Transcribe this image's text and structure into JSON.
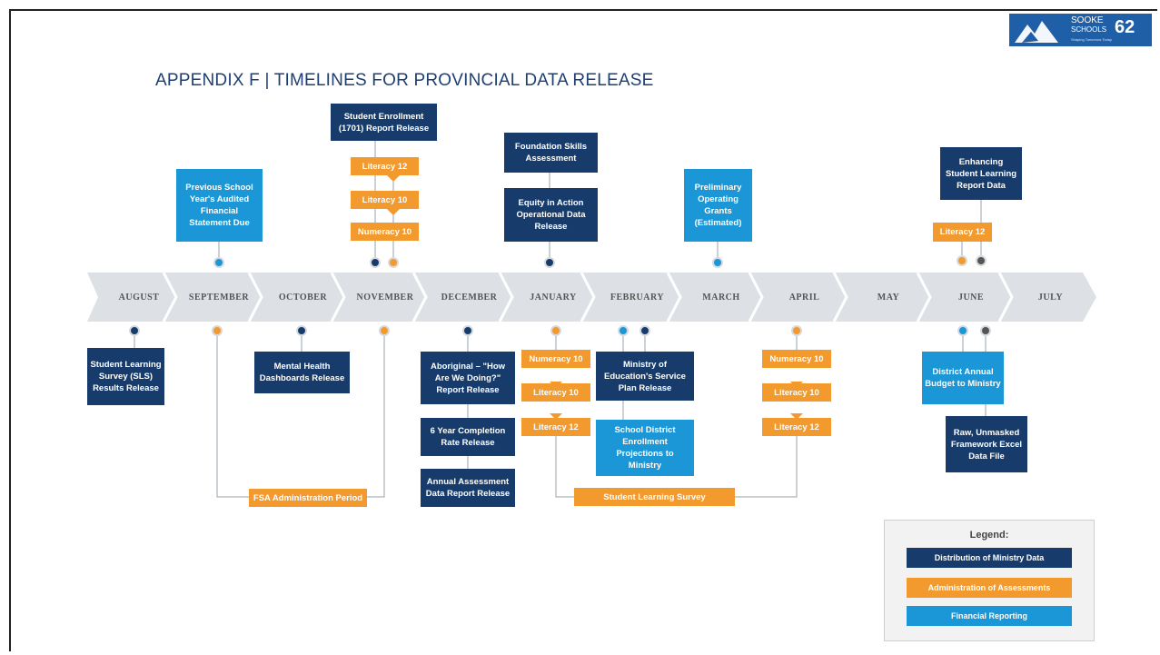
{
  "title": "APPENDIX F | TIMELINES FOR PROVINCIAL DATA RELEASE",
  "logo": {
    "line1": "SOOKE",
    "line2": "SCHOOLS",
    "number": "62",
    "tagline": "Shaping Tomorrow Today"
  },
  "months": [
    "AUGUST",
    "SEPTEMBER",
    "OCTOBER",
    "NOVEMBER",
    "DECEMBER",
    "JANUARY",
    "FEBRUARY",
    "MARCH",
    "APRIL",
    "MAY",
    "JUNE",
    "JULY"
  ],
  "above": {
    "sep_financial": "Previous School Year's Audited Financial Statement Due",
    "nov_enrollment": "Student Enrollment (1701) Report Release",
    "nov_lit12": "Literacy 12",
    "nov_lit10": "Literacy 10",
    "nov_num10": "Numeracy 10",
    "jan_fsa": "Foundation Skills Assessment",
    "jan_equity": "Equity in Action Operational Data Release",
    "mar_grants": "Preliminary Operating Grants (Estimated)",
    "jun_enhancing": "Enhancing Student Learning Report Data",
    "jun_lit12": "Literacy 12"
  },
  "below": {
    "aug_sls": "Student Learning Survey (SLS) Results Release",
    "oct_mental": "Mental Health Dashboards Release",
    "fsa_period": "FSA Administration Period",
    "dec_aboriginal": "Aboriginal – \"How Are We Doing?\" Report Release",
    "dec_completion": "6 Year Completion Rate Release",
    "dec_annual": "Annual Assessment Data Report Release",
    "jan_num10": "Numeracy 10",
    "jan_lit10": "Literacy 10",
    "jan_lit12": "Literacy 12",
    "feb_ministry": "Ministry of Education's Service Plan Release",
    "feb_projections": "School District Enrollment Projections to Ministry",
    "sls_period": "Student Learning Survey",
    "apr_num10": "Numeracy 10",
    "apr_lit10": "Literacy 10",
    "apr_lit12": "Literacy 12",
    "jun_budget": "District Annual Budget to Ministry",
    "jun_raw": "Raw, Unmasked Framework Excel Data File"
  },
  "legend": {
    "title": "Legend:",
    "items": [
      "Distribution of Ministry Data",
      "Administration of Assessments",
      "Financial Reporting"
    ]
  },
  "colors": {
    "distribution": "#173c6c",
    "assessments": "#f29a2e",
    "financial": "#1b96d6"
  }
}
